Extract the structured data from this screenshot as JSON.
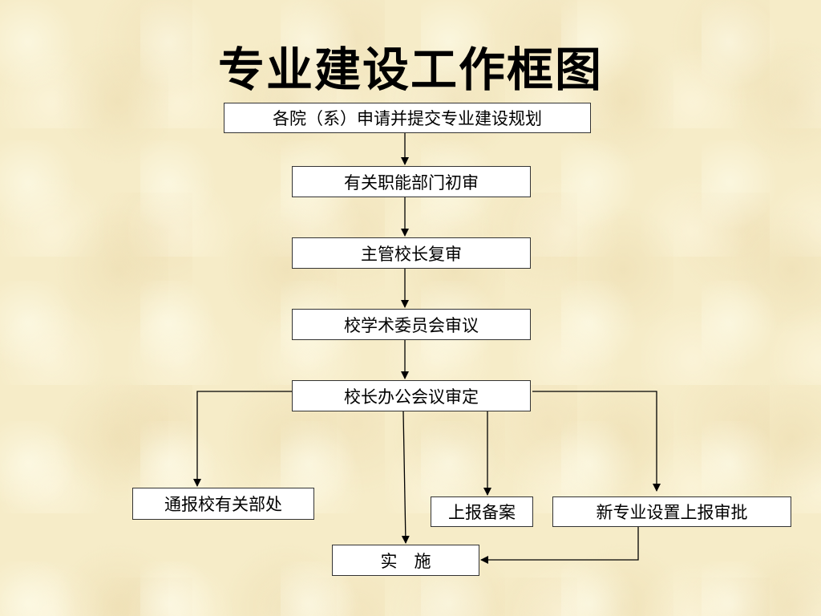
{
  "title": "专业建设工作框图",
  "nodes": {
    "apply": "各院（系）申请并提交专业建设规划",
    "initial_review": "有关职能部门初审",
    "vp_review": "主管校长复审",
    "academic_committee": "校学术委员会审议",
    "president_office": "校长办公会议审定",
    "notify": "通报校有关部处",
    "record": "上报备案",
    "new_major": "新专业设置上报审批",
    "implement": "实　施"
  }
}
